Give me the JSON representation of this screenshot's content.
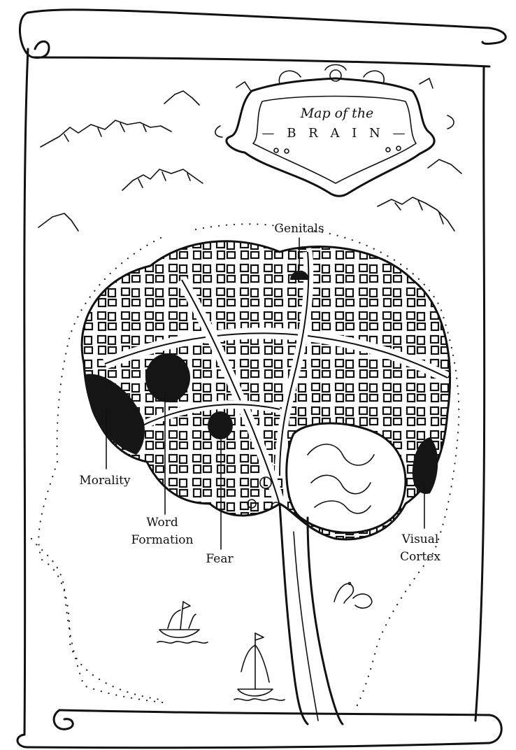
{
  "title": {
    "line1": "Map of the",
    "line2": "— B R A I N —"
  },
  "labels": {
    "genitals": "Genitals",
    "morality": "Morality",
    "word_formation_1": "Word",
    "word_formation_2": "Formation",
    "fear": "Fear",
    "visual_cortex_1": "Visual",
    "visual_cortex_2": "Cortex"
  },
  "icons": [
    "scroll-icon",
    "cartouche-icon",
    "mountain-icon",
    "ship-icon",
    "sea-serpent-icon"
  ],
  "colors": {
    "ink": "#111111",
    "paper": "#ffffff"
  }
}
